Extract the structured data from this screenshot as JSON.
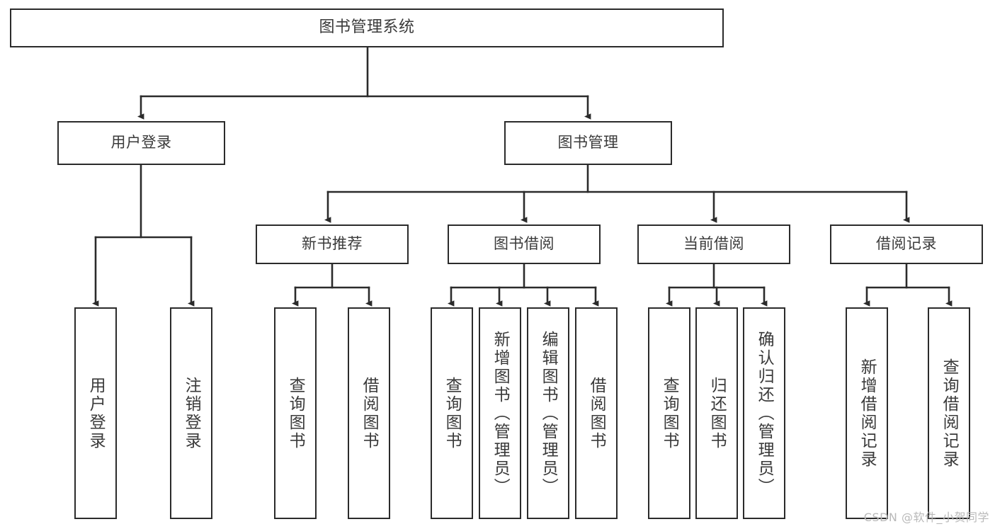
{
  "diagram": {
    "title": "图书管理系统",
    "watermark": "CSDN @软件_小贺同学",
    "colors": {
      "background": "#ffffff",
      "box_border": "#2b2b2b",
      "box_fill": "#ffffff",
      "text": "#3a3a3a",
      "connector": "#2b2b2b",
      "watermark": "#b9b9b9"
    },
    "root": {
      "label": "图书管理系统"
    },
    "level2": [
      {
        "label": "用户登录"
      },
      {
        "label": "图书管理"
      }
    ],
    "level3": [
      {
        "label": "新书推荐"
      },
      {
        "label": "图书借阅"
      },
      {
        "label": "当前借阅"
      },
      {
        "label": "借阅记录"
      }
    ],
    "leaves": {
      "user_login": [
        {
          "label": "用户登录"
        },
        {
          "label": "注销登录"
        }
      ],
      "new_book_recommend": [
        {
          "label": "查询图书"
        },
        {
          "label": "借阅图书"
        }
      ],
      "book_borrow": [
        {
          "label": "查询图书"
        },
        {
          "label": "新增图书（管理员）"
        },
        {
          "label": "编辑图书（管理员）"
        },
        {
          "label": "借阅图书"
        }
      ],
      "current_borrow": [
        {
          "label": "查询图书"
        },
        {
          "label": "归还图书"
        },
        {
          "label": "确认归还（管理员）"
        }
      ],
      "borrow_record": [
        {
          "label": "新增借阅记录"
        },
        {
          "label": "查询借阅记录"
        }
      ]
    }
  }
}
